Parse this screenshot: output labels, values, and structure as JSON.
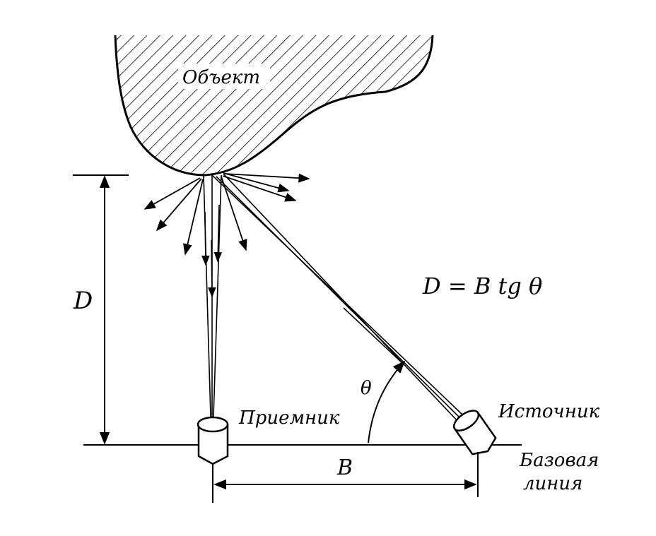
{
  "diagram": {
    "labels": {
      "object": "Объект",
      "receiver": "Приемник",
      "source": "Источник",
      "baseline_line1": "Базовая",
      "baseline_line2": "линия",
      "distance": "D",
      "base": "B",
      "angle": "θ",
      "formula": "D = B tg θ"
    },
    "colors": {
      "ink": "#000000",
      "background": "#ffffff"
    }
  }
}
